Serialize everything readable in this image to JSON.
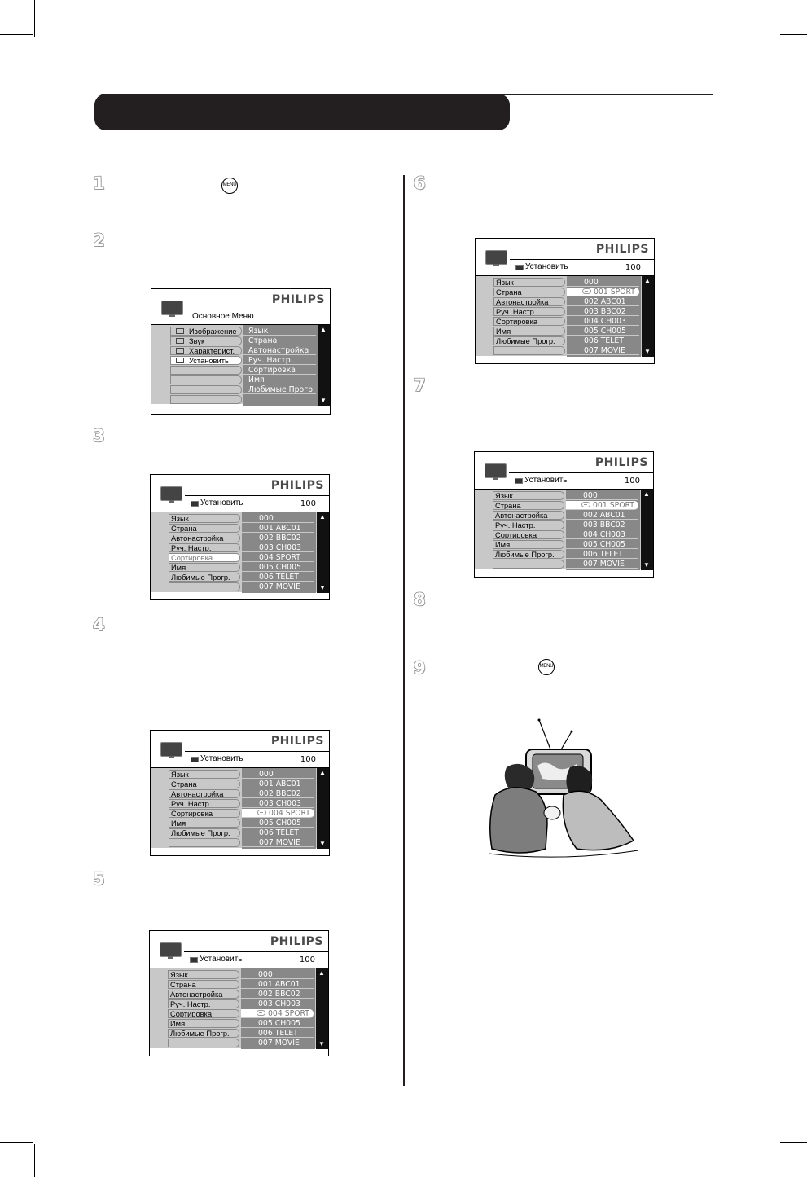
{
  "steps": [
    {
      "number": "1"
    },
    {
      "number": "2"
    },
    {
      "number": "3"
    },
    {
      "number": "4"
    },
    {
      "number": "5"
    },
    {
      "number": "6"
    },
    {
      "number": "7"
    },
    {
      "number": "8"
    },
    {
      "number": "9"
    }
  ],
  "menu_button_label": "MENU",
  "brand": "PHILIPS",
  "main_menu": {
    "title": "Основное Меню",
    "left": [
      "Изображение",
      "Звук",
      "Характерист.",
      "Установить"
    ],
    "right": [
      "Язык",
      "Страна",
      "Автонастройка",
      "Руч. Настр.",
      "Сортировка",
      "Имя",
      "Любимые Прогр."
    ]
  },
  "install_menu": {
    "title": "Установить",
    "channel": "100",
    "left": [
      "Язык",
      "Страна",
      "Автонастройка",
      "Руч. Настр.",
      "Сортировка",
      "Имя",
      "Любимые Прогр."
    ]
  },
  "screens": {
    "s3": [
      "000",
      "001 ABC01",
      "002 BBC02",
      "003 CH003",
      "004 SPORT",
      "005 CH005",
      "006 TELET",
      "007 MOVIE"
    ],
    "s4": [
      "000",
      "001 ABC01",
      "002 BBC02",
      "003 CH003",
      "004 SPORT",
      "005 CH005",
      "006 TELET",
      "007 MOVIE"
    ],
    "s5": [
      "000",
      "001 ABC01",
      "002 BBC02",
      "003 CH003",
      "004 SPORT",
      "005 CH005",
      "006 TELET",
      "007 MOVIE"
    ],
    "s6": [
      "000",
      "001 SPORT",
      "002 ABC01",
      "003 BBC02",
      "004 CH003",
      "005 CH005",
      "006 TELET",
      "007 MOVIE"
    ],
    "s7": [
      "000",
      "001 SPORT",
      "002 ABC01",
      "003 BBC02",
      "004 CH003",
      "005 CH005",
      "006 TELET",
      "007 MOVIE"
    ]
  }
}
